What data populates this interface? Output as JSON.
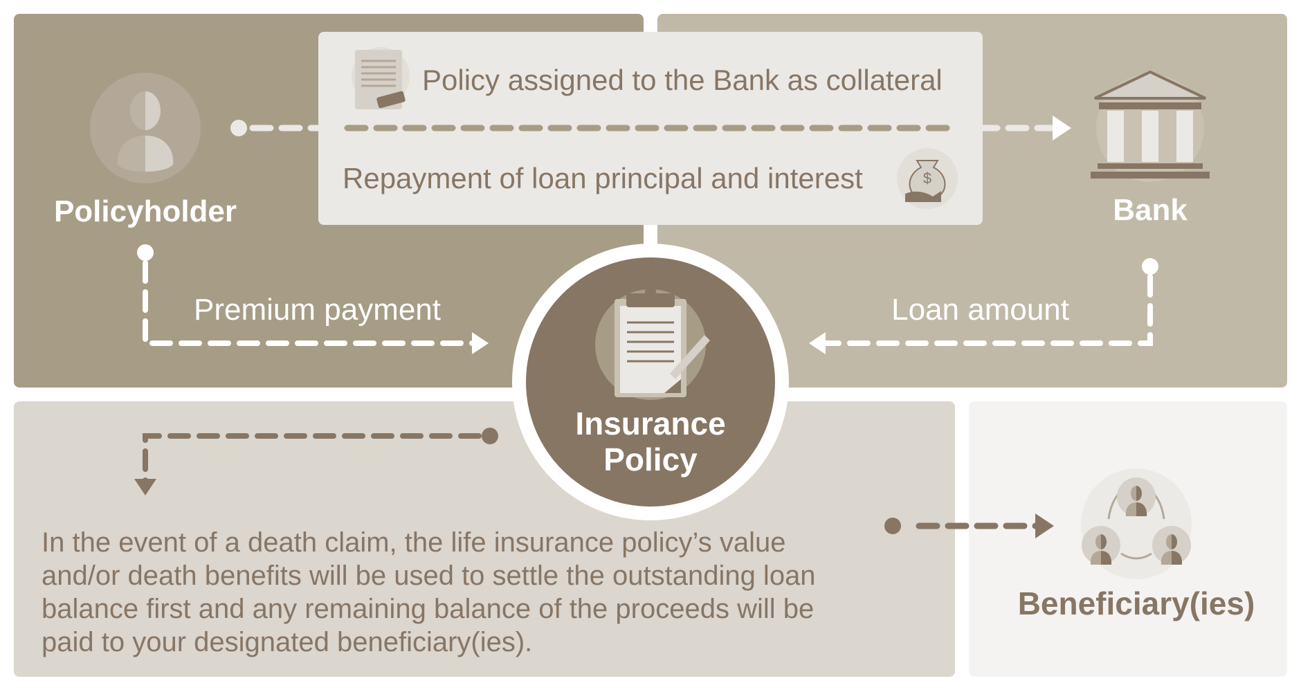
{
  "actors": {
    "policyholder": "Policyholder",
    "bank": "Bank",
    "insurance_policy_line1": "Insurance",
    "insurance_policy_line2": "Policy",
    "beneficiaries": "Beneficiary(ies)"
  },
  "flows": {
    "assignment": "Policy assigned to the Bank as collateral",
    "repayment": "Repayment of loan principal and interest",
    "premium": "Premium payment",
    "loan": "Loan amount"
  },
  "note": {
    "lines": [
      "In the event of a death claim, the life insurance policy’s value",
      "and/or death benefits will be used to settle the outstanding loan",
      "balance first and any remaining balance of the proceeds will be",
      "paid to your designated beneficiary(ies)."
    ]
  },
  "icons": {
    "policyholder": "person-icon",
    "bank": "bank-icon",
    "assignment": "document-icon",
    "repayment": "money-bag-icon",
    "policy": "clipboard-icon",
    "beneficiaries": "group-icon",
    "dollar_sign": "$"
  },
  "colors": {
    "panel_left": "#a79c86",
    "panel_right": "#c1b9a7",
    "panel_bottom": "#dbd6ce",
    "panel_beneficiary": "#f4f3f1",
    "accent": "#877664",
    "card": "#ebe9e5"
  }
}
